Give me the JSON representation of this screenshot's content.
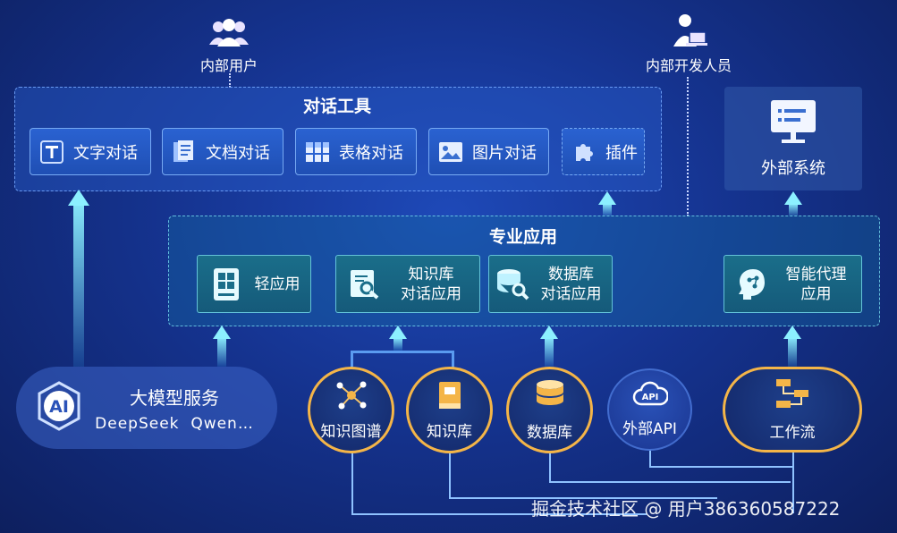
{
  "actors": {
    "internal_users": "内部用户",
    "internal_devs": "内部开发人员"
  },
  "chat_tools": {
    "title": "对话工具",
    "items": [
      {
        "label": "文字对话",
        "icon": "text-t-icon"
      },
      {
        "label": "文档对话",
        "icon": "document-icon"
      },
      {
        "label": "表格对话",
        "icon": "table-icon"
      },
      {
        "label": "图片对话",
        "icon": "image-icon"
      },
      {
        "label": "插件",
        "icon": "puzzle-icon"
      }
    ]
  },
  "external_system": {
    "label": "外部系统",
    "icon": "monitor-icon"
  },
  "pro_apps": {
    "title": "专业应用",
    "items": [
      {
        "line1": "轻应用",
        "line2": "",
        "icon": "light-app-icon"
      },
      {
        "line1": "知识库",
        "line2": "对话应用",
        "icon": "knowledge-search-icon"
      },
      {
        "line1": "数据库",
        "line2": "对话应用",
        "icon": "database-search-icon"
      },
      {
        "line1": "智能代理",
        "line2": "应用",
        "icon": "ai-head-icon"
      }
    ]
  },
  "llm_service": {
    "title": "大模型服务",
    "models": "DeepSeek  Qwen…",
    "badge": "AI"
  },
  "sources": [
    {
      "label": "知识图谱",
      "icon": "graph-icon"
    },
    {
      "label": "知识库",
      "icon": "book-icon"
    },
    {
      "label": "数据库",
      "icon": "database-icon"
    },
    {
      "label": "外部API",
      "icon": "api-cloud-icon",
      "badge": "API"
    },
    {
      "label": "工作流",
      "icon": "workflow-icon"
    }
  ],
  "watermark": "掘金技术社区 @ 用户386360587222",
  "colors": {
    "accent_orange": "#f4b548",
    "arrow_cyan": "#8cf0ff",
    "connector": "#8fc2ff"
  }
}
